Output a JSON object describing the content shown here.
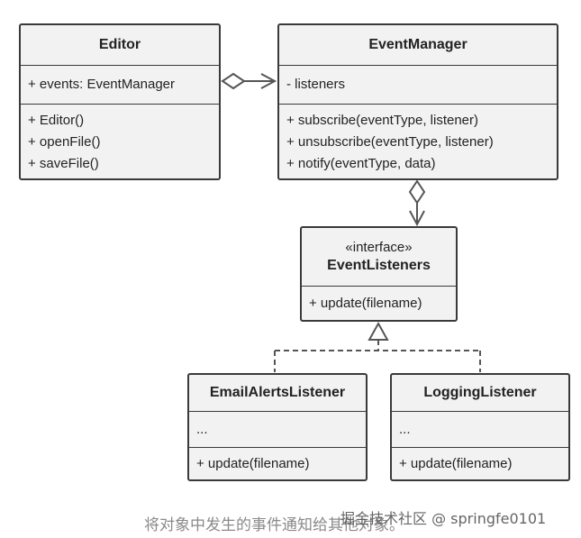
{
  "classes": {
    "editor": {
      "name": "Editor",
      "attributes": [
        "+ events: EventManager"
      ],
      "methods": [
        "+ Editor()",
        "+ openFile()",
        "+ saveFile()"
      ]
    },
    "event_manager": {
      "name": "EventManager",
      "attributes": [
        "- listeners"
      ],
      "methods": [
        "+ subscribe(eventType, listener)",
        "+ unsubscribe(eventType, listener)",
        "+ notify(eventType, data)"
      ]
    },
    "event_listeners": {
      "stereotype": "«interface»",
      "name": "EventListeners",
      "methods": [
        "+ update(filename)"
      ]
    },
    "email_alerts_listener": {
      "name": "EmailAlertsListener",
      "attributes": [
        "..."
      ],
      "methods": [
        "+ update(filename)"
      ]
    },
    "logging_listener": {
      "name": "LoggingListener",
      "attributes": [
        "..."
      ],
      "methods": [
        "+ update(filename)"
      ]
    }
  },
  "caption": "将对象中发生的事件通知给其他对象。",
  "watermark": "掘金技术社区 @ springfe0101",
  "colors": {
    "box_fill": "#f2f2f2",
    "border": "#3a3a3a",
    "arrow": "#555555",
    "caption": "#8a8a8a"
  }
}
